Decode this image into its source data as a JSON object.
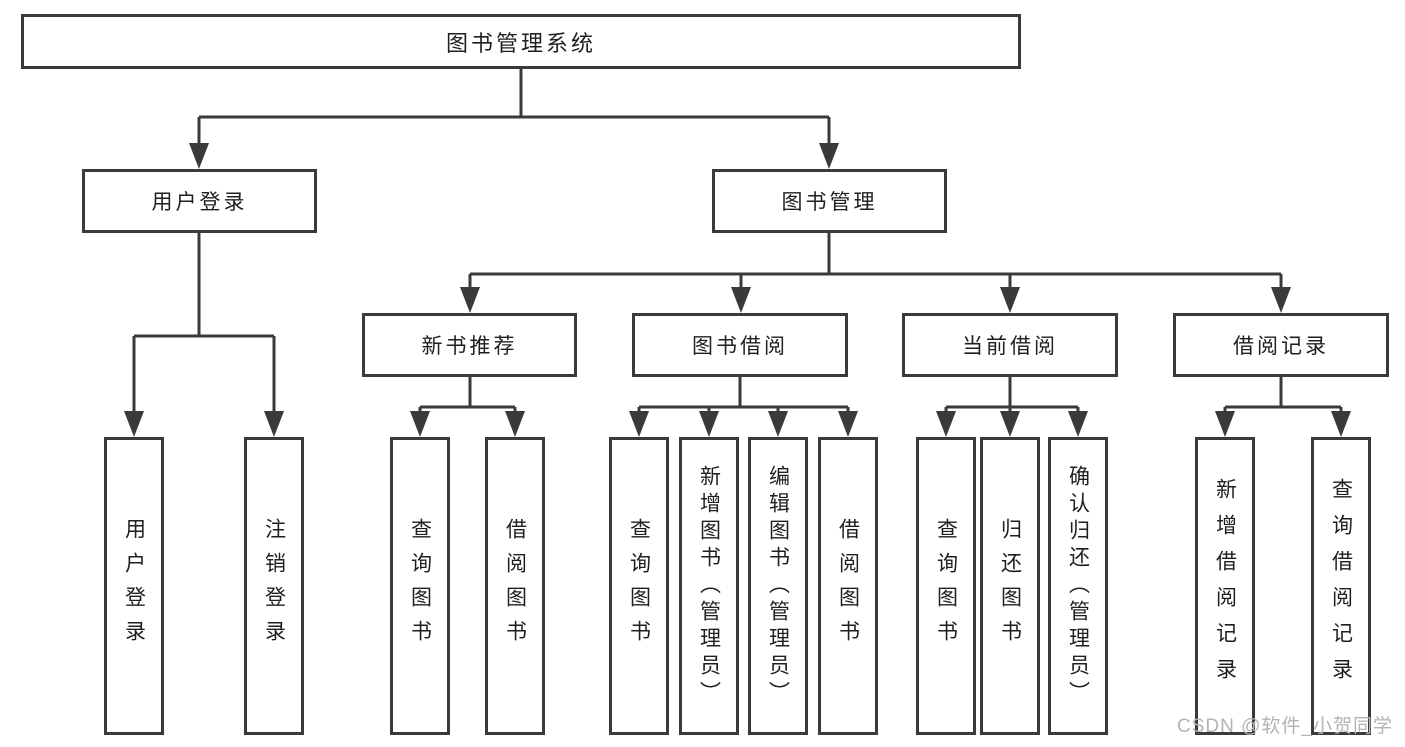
{
  "tree": {
    "root": {
      "label": "图书管理系统",
      "children": [
        {
          "label": "用户登录",
          "children": [
            {
              "label": "用户登录"
            },
            {
              "label": "注销登录"
            }
          ]
        },
        {
          "label": "图书管理",
          "children": [
            {
              "label": "新书推荐",
              "children": [
                {
                  "label": "查询图书"
                },
                {
                  "label": "借阅图书"
                }
              ]
            },
            {
              "label": "图书借阅",
              "children": [
                {
                  "label": "查询图书"
                },
                {
                  "label": "新增图书（管理员）"
                },
                {
                  "label": "编辑图书（管理员）"
                },
                {
                  "label": "借阅图书"
                }
              ]
            },
            {
              "label": "当前借阅",
              "children": [
                {
                  "label": "查询图书"
                },
                {
                  "label": "归还图书"
                },
                {
                  "label": "确认归还（管理员）"
                }
              ]
            },
            {
              "label": "借阅记录",
              "children": [
                {
                  "label": "新增借阅记录"
                },
                {
                  "label": "查询借阅记录"
                }
              ]
            }
          ]
        }
      ]
    },
    "watermark": "CSDN @软件_小贺同学",
    "colors": {
      "line": "#3a3a3a",
      "box_border": "#3a3a3a",
      "box_fill": "#ffffff",
      "text": "#1f1f1f",
      "watermark": "#b3b3b3"
    }
  }
}
